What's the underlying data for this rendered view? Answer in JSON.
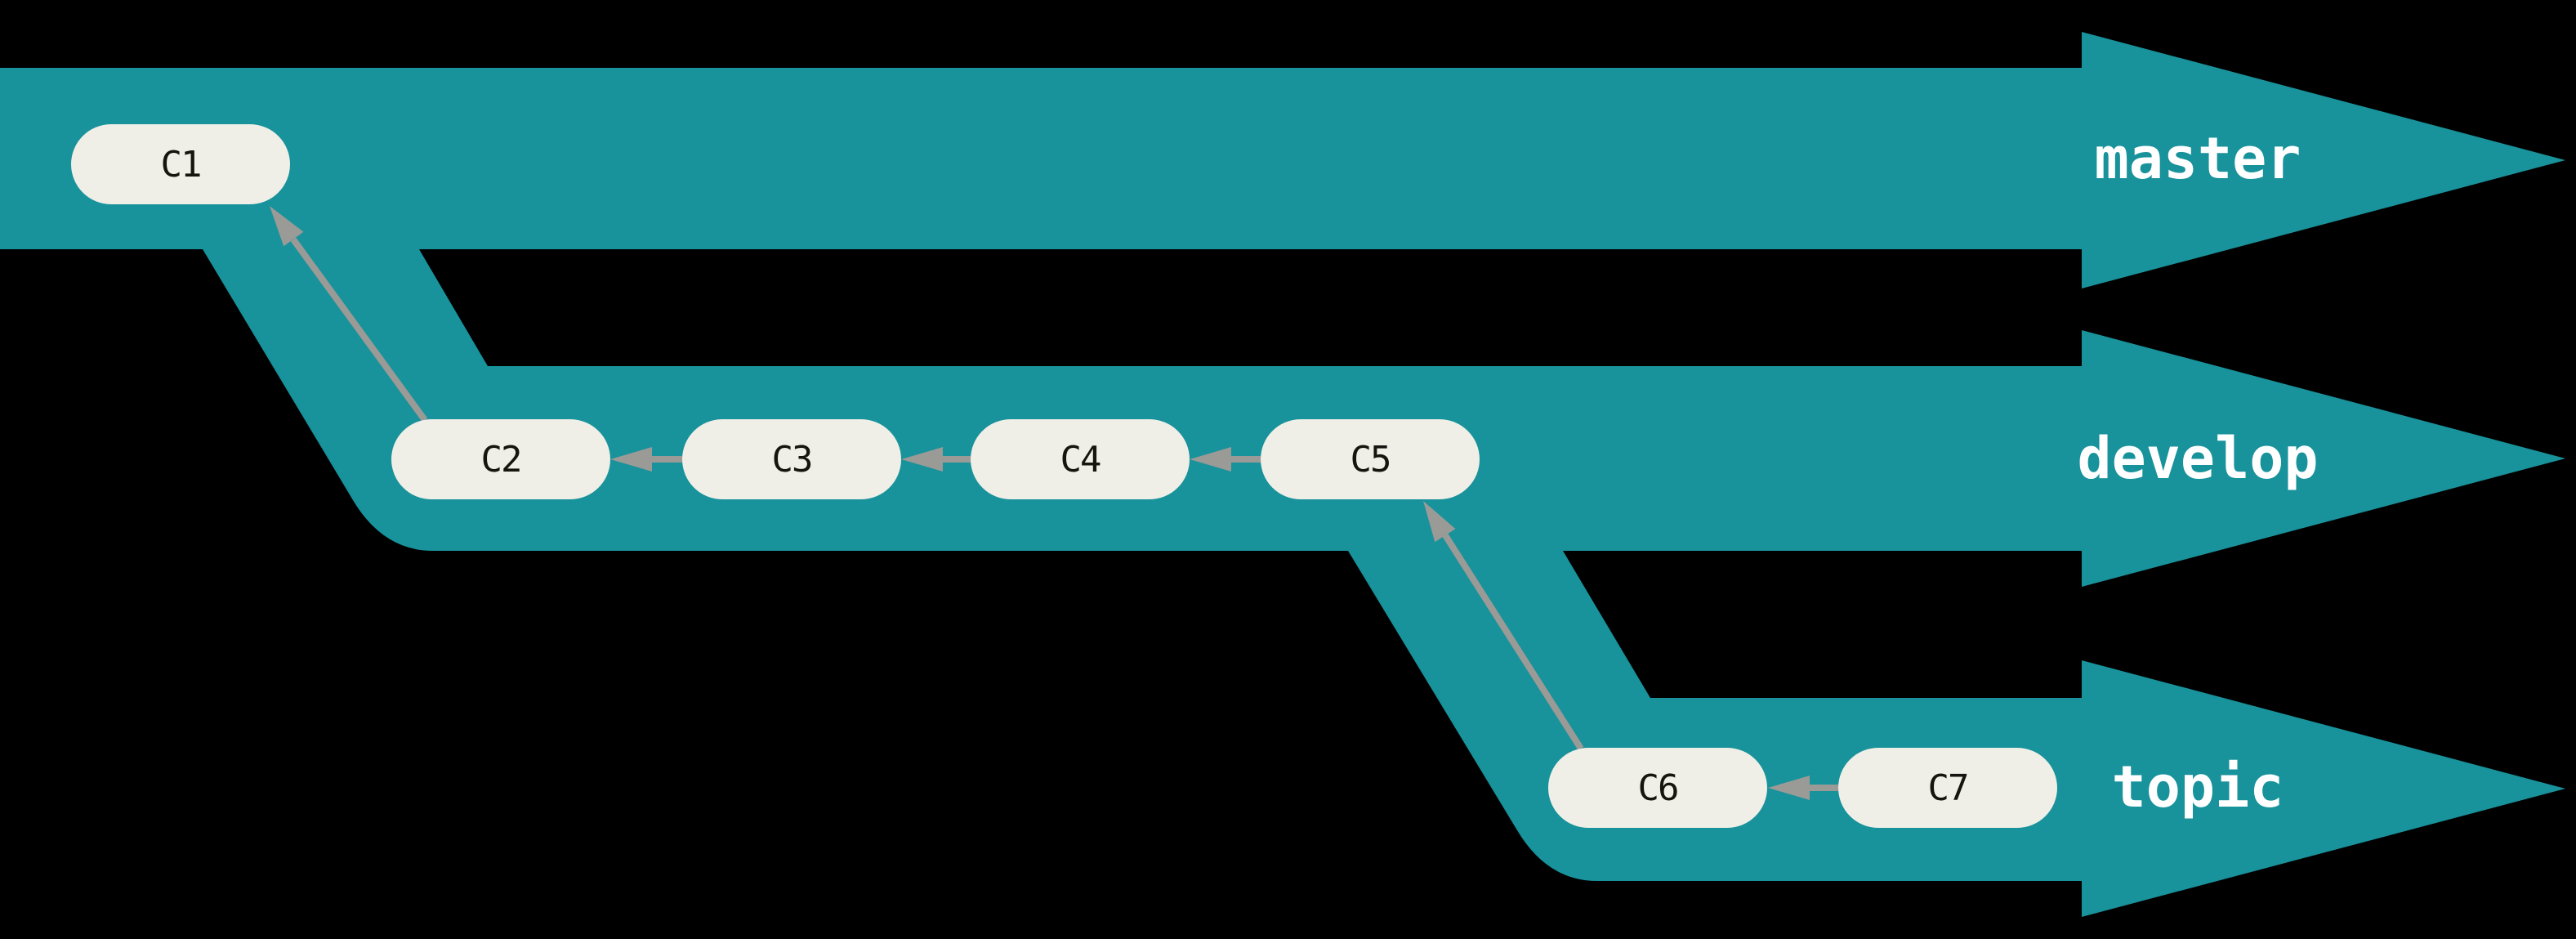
{
  "title": "Git branching diagram with master, develop and topic branches",
  "colors": {
    "background": "#000000",
    "branch_band": "#18929B",
    "commit_fill": "#F0EFE7",
    "commit_text": "#16140F",
    "arrow_gray": "#9A9A97",
    "branch_label_text": "#FFFFFF"
  },
  "branches": [
    {
      "name": "master"
    },
    {
      "name": "develop"
    },
    {
      "name": "topic"
    }
  ],
  "commits": [
    {
      "id": "C1",
      "branch": "master"
    },
    {
      "id": "C2",
      "branch": "develop"
    },
    {
      "id": "C3",
      "branch": "develop"
    },
    {
      "id": "C4",
      "branch": "develop"
    },
    {
      "id": "C5",
      "branch": "develop"
    },
    {
      "id": "C6",
      "branch": "topic"
    },
    {
      "id": "C7",
      "branch": "topic"
    }
  ],
  "edges": [
    {
      "from": "C2",
      "to": "C1"
    },
    {
      "from": "C3",
      "to": "C2"
    },
    {
      "from": "C4",
      "to": "C3"
    },
    {
      "from": "C5",
      "to": "C4"
    },
    {
      "from": "C6",
      "to": "C5"
    },
    {
      "from": "C7",
      "to": "C6"
    }
  ]
}
